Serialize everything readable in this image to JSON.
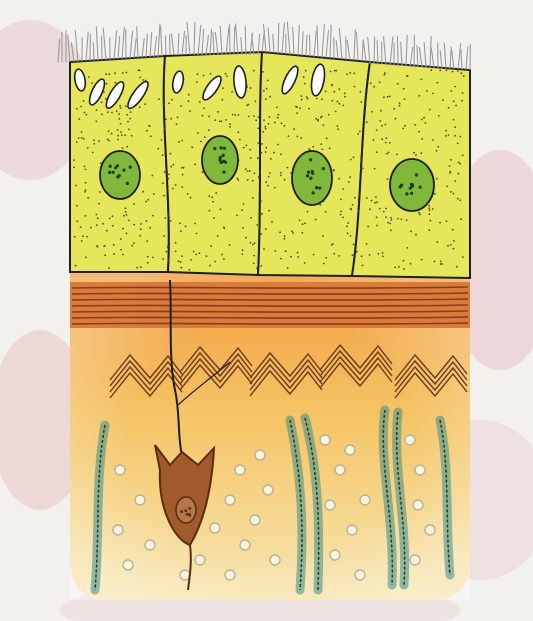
{
  "figure": {
    "description_labels": [],
    "colors": {
      "background": "#f3f1ee",
      "bg_blush": "#e9c9cc",
      "cell_fill": "#e6e65a",
      "cell_dot": "#4d4a1a",
      "nucleus": "#7fb83a",
      "nucleus_dot": "#1d3a12",
      "outline": "#1e1e1e",
      "basement_band": "#d97c3a",
      "basement_line": "#8b3a1e",
      "connective_orange": "#f0a94a",
      "connective_yellow": "#f6e3a6",
      "zigzag": "#6a3a1c",
      "fiber_teal": "#3d8e86",
      "fiber_dark": "#1b3b37",
      "cell_ring": "#b7b29a",
      "neuron_body": "#a15a2a",
      "neuron_dark": "#5a2b12"
    },
    "icons": [
      "cilia",
      "columnar-cell",
      "vacuole",
      "nucleus",
      "basement-membrane",
      "collagen-zigzag",
      "nerve-fiber",
      "connective-fiber",
      "round-cell",
      "neuron-cell-body"
    ]
  }
}
